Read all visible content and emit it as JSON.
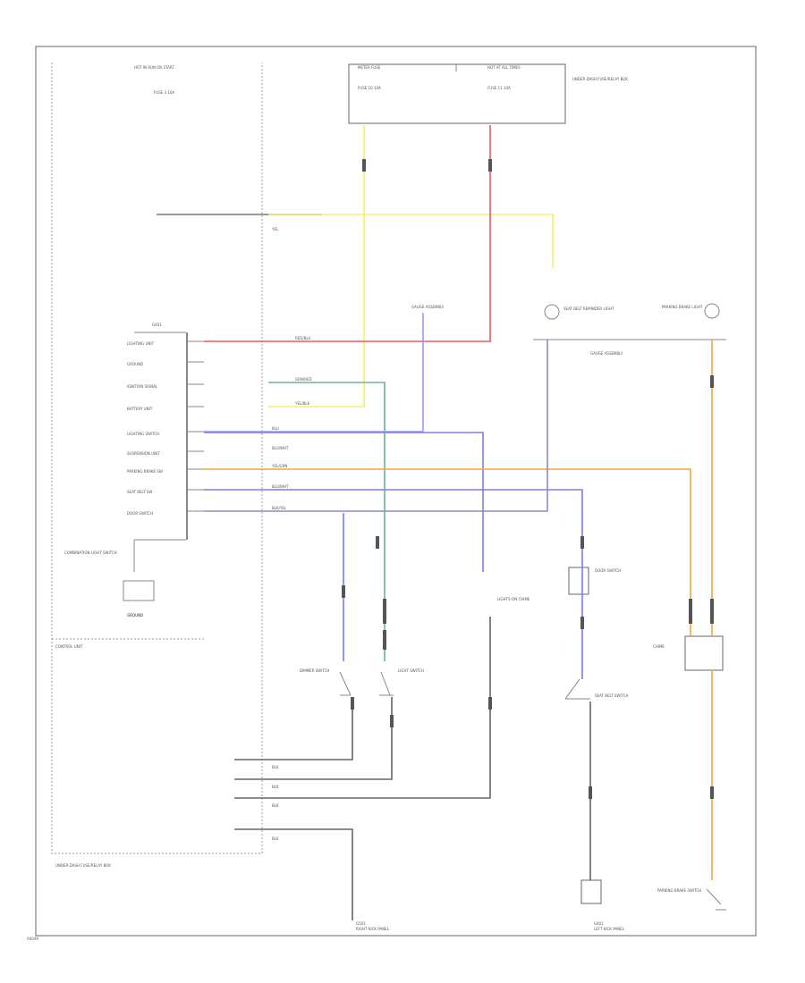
{
  "colors": {
    "yellow": "#f4f06a",
    "red": "#e85a5a",
    "blue": "#7b7bf2",
    "orange": "#f5a440",
    "green": "#6fb1a0",
    "black": "#555555",
    "gray": "#a5a5a5"
  },
  "labels": {
    "top_left_header": "HOT IN RUN OR START",
    "fuse": "FUSE 3 10A",
    "meter_fuse_left": "METER FUSE",
    "meter_fuse_right": "HOT AT ALL TIMES",
    "fuse_left": "FUSE 10 10A",
    "fuse_right": "FUSE 11 10A",
    "fusebox_note": "UNDER-DASH FUSE/RELAY BOX",
    "ground_label": "G401",
    "yellow_wire": "YEL",
    "module_left": "GAUGE ASSEMBLY",
    "warn_light": "SEAT BELT REMINDER LIGHT",
    "parking_light": "PARKING BRAKE LIGHT",
    "gauge_assembly": "GAUGE ASSEMBLY",
    "pin_row1": "LIGHTING UNIT",
    "pin_row2": "GROUND",
    "pin_row3": "IGNITION SIGNAL",
    "pin_row4": "BATTERY UNIT",
    "pin_row5": "LIGHTING SWITCH",
    "pin_row6": "SUSPENSION UNIT",
    "pin_row7": "PARKING BRAKE SW",
    "pin_row8": "SEAT BELT SW",
    "pin_row9": "DOOR SWITCH",
    "wire_r1": "RED/BLU",
    "wire_r3": "GRN/RED",
    "wire_r4": "YEL/BLK",
    "wire_r5": "BLU",
    "wire_r6": "BLU/WHT",
    "wire_r7": "YEL/GRN",
    "wire_r8": "BLU/WHT",
    "wire_r9": "BLK/YEL",
    "combo_light_note": "COMBINATION LIGHT SWITCH",
    "ground_box": "GROUND",
    "control_unit": "CONTROL UNIT",
    "dimmer_sw": "DIMMER SWITCH",
    "light_sw": "LIGHT SWITCH",
    "lights_on": "LIGHTS-ON CHIME",
    "door_sw": "DOOR SWITCH",
    "seatbelt_sw": "SEAT BELT SWITCH",
    "chime": "CHIME",
    "parking_sw": "PARKING BRAKE SWITCH",
    "fusebox_bottom": "UNDER-DASH FUSE/RELAY BOX",
    "ground_bottom_1": "G501",
    "ground_bottom_1_loc": "RIGHT KICK PANEL",
    "ground_bottom_2": "G401",
    "ground_bottom_2_loc": "LEFT KICK PANEL",
    "bottom_wires": [
      "BLK",
      "BLK",
      "BLK",
      "BLK"
    ],
    "footer_id": "A0049"
  }
}
